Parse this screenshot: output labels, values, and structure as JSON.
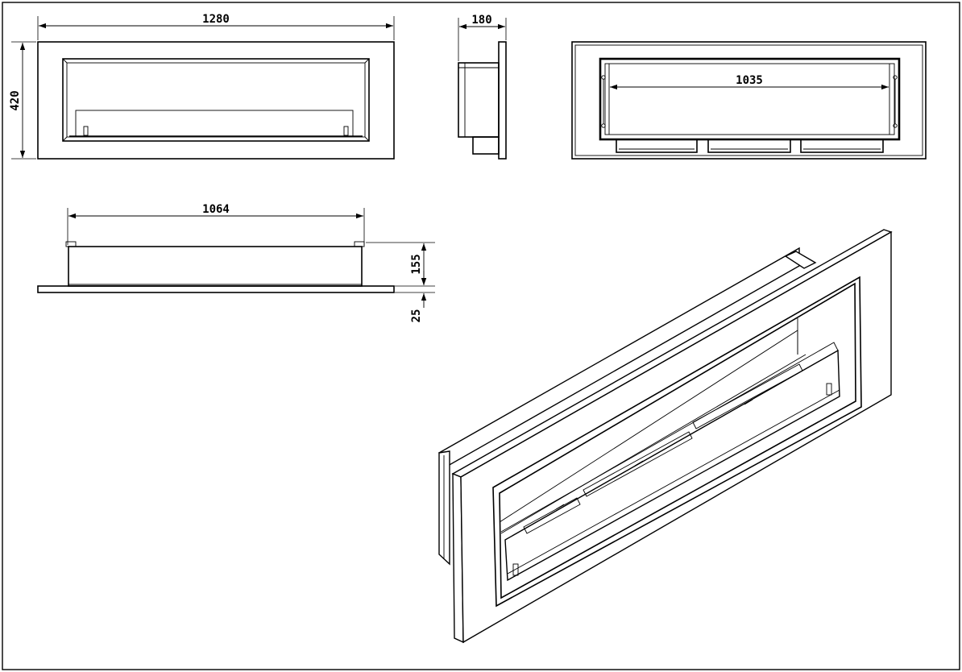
{
  "drawing": {
    "dimensions": {
      "width_front": "1280",
      "height_front": "420",
      "depth_side": "180",
      "insert_width_rear": "1035",
      "burner_length_top": "1064",
      "burner_height_top": "155",
      "frame_thickness_top": "25"
    }
  }
}
